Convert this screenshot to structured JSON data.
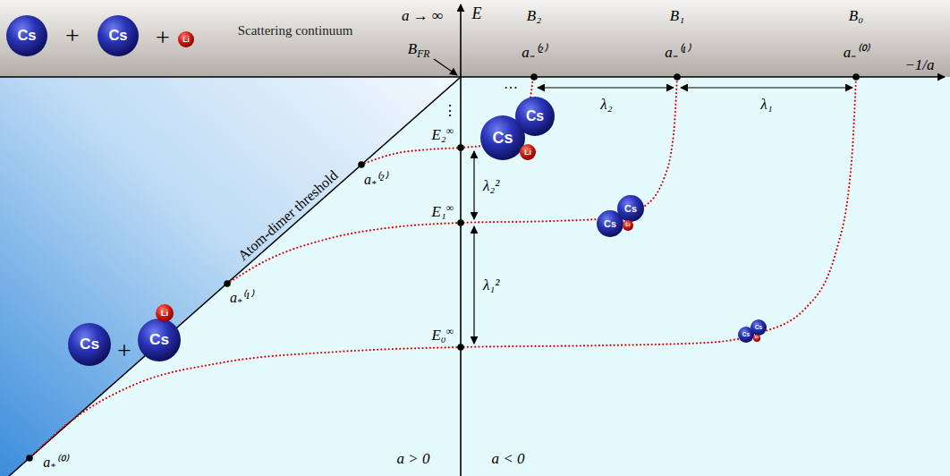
{
  "diagram": {
    "nodes": [
      {
        "text": [
          "Cs"
        ]
      },
      {
        "text": [
          "Cs"
        ]
      },
      {
        "text": [
          "Li"
        ]
      },
      {
        "text": [
          "Cs"
        ]
      },
      {
        "text": [
          "Cs"
        ]
      },
      {
        "text": [
          "Li"
        ]
      },
      {
        "text": [
          "Cs"
        ]
      },
      {
        "text": [
          "Cs"
        ]
      },
      {
        "text": [
          "Li"
        ]
      },
      {
        "text": [
          "Cs"
        ]
      },
      {
        "text": [
          "Cs"
        ]
      },
      {
        "text": [
          "Li"
        ]
      },
      {
        "text": [
          "Cs"
        ]
      },
      {
        "text": [
          "Cs"
        ]
      },
      {
        "text": [
          "Li"
        ]
      }
    ],
    "labels": [
      "+",
      "+",
      "Scattering continuum",
      "a → ∞",
      "E",
      "B₂",
      "B₁",
      "B₀",
      "BFR",
      "a₋⁽²⁾",
      "a₋⁽¹⁾",
      "a₋⁽⁰⁾",
      "−1/a",
      "…",
      "λ₂",
      "λ₁",
      "⋮",
      "E₂∞",
      "λ₂²",
      "a*⁽²⁾",
      "Atom-dimer threshold",
      "E₁∞",
      "λ₁²",
      "+",
      "a*⁽¹⁾",
      "E₀∞",
      "a*⁽⁰⁾",
      "a > 0",
      "a < 0"
    ]
  }
}
